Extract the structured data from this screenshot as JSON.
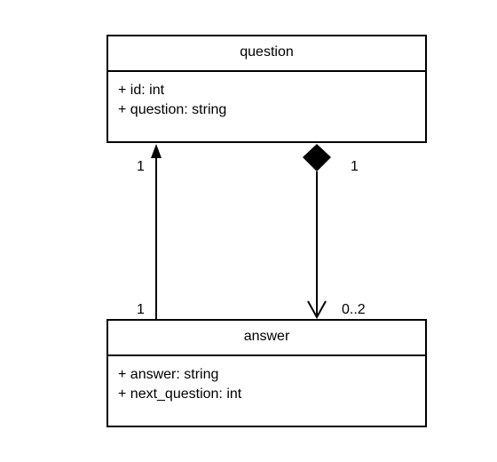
{
  "classes": {
    "question": {
      "name": "question",
      "attributes": [
        "+ id: int",
        "+ question: string"
      ]
    },
    "answer": {
      "name": "answer",
      "attributes": [
        "+ answer: string",
        "+ next_question: int"
      ]
    }
  },
  "relationships": {
    "association": {
      "from": "answer",
      "to": "question",
      "multiplicity_question_end": "1",
      "multiplicity_answer_end": "1"
    },
    "composition": {
      "whole": "question",
      "part": "answer",
      "multiplicity_question_end": "1",
      "multiplicity_answer_end": "0..2"
    }
  },
  "colors": {
    "line": "#000000",
    "background": "#ffffff"
  }
}
